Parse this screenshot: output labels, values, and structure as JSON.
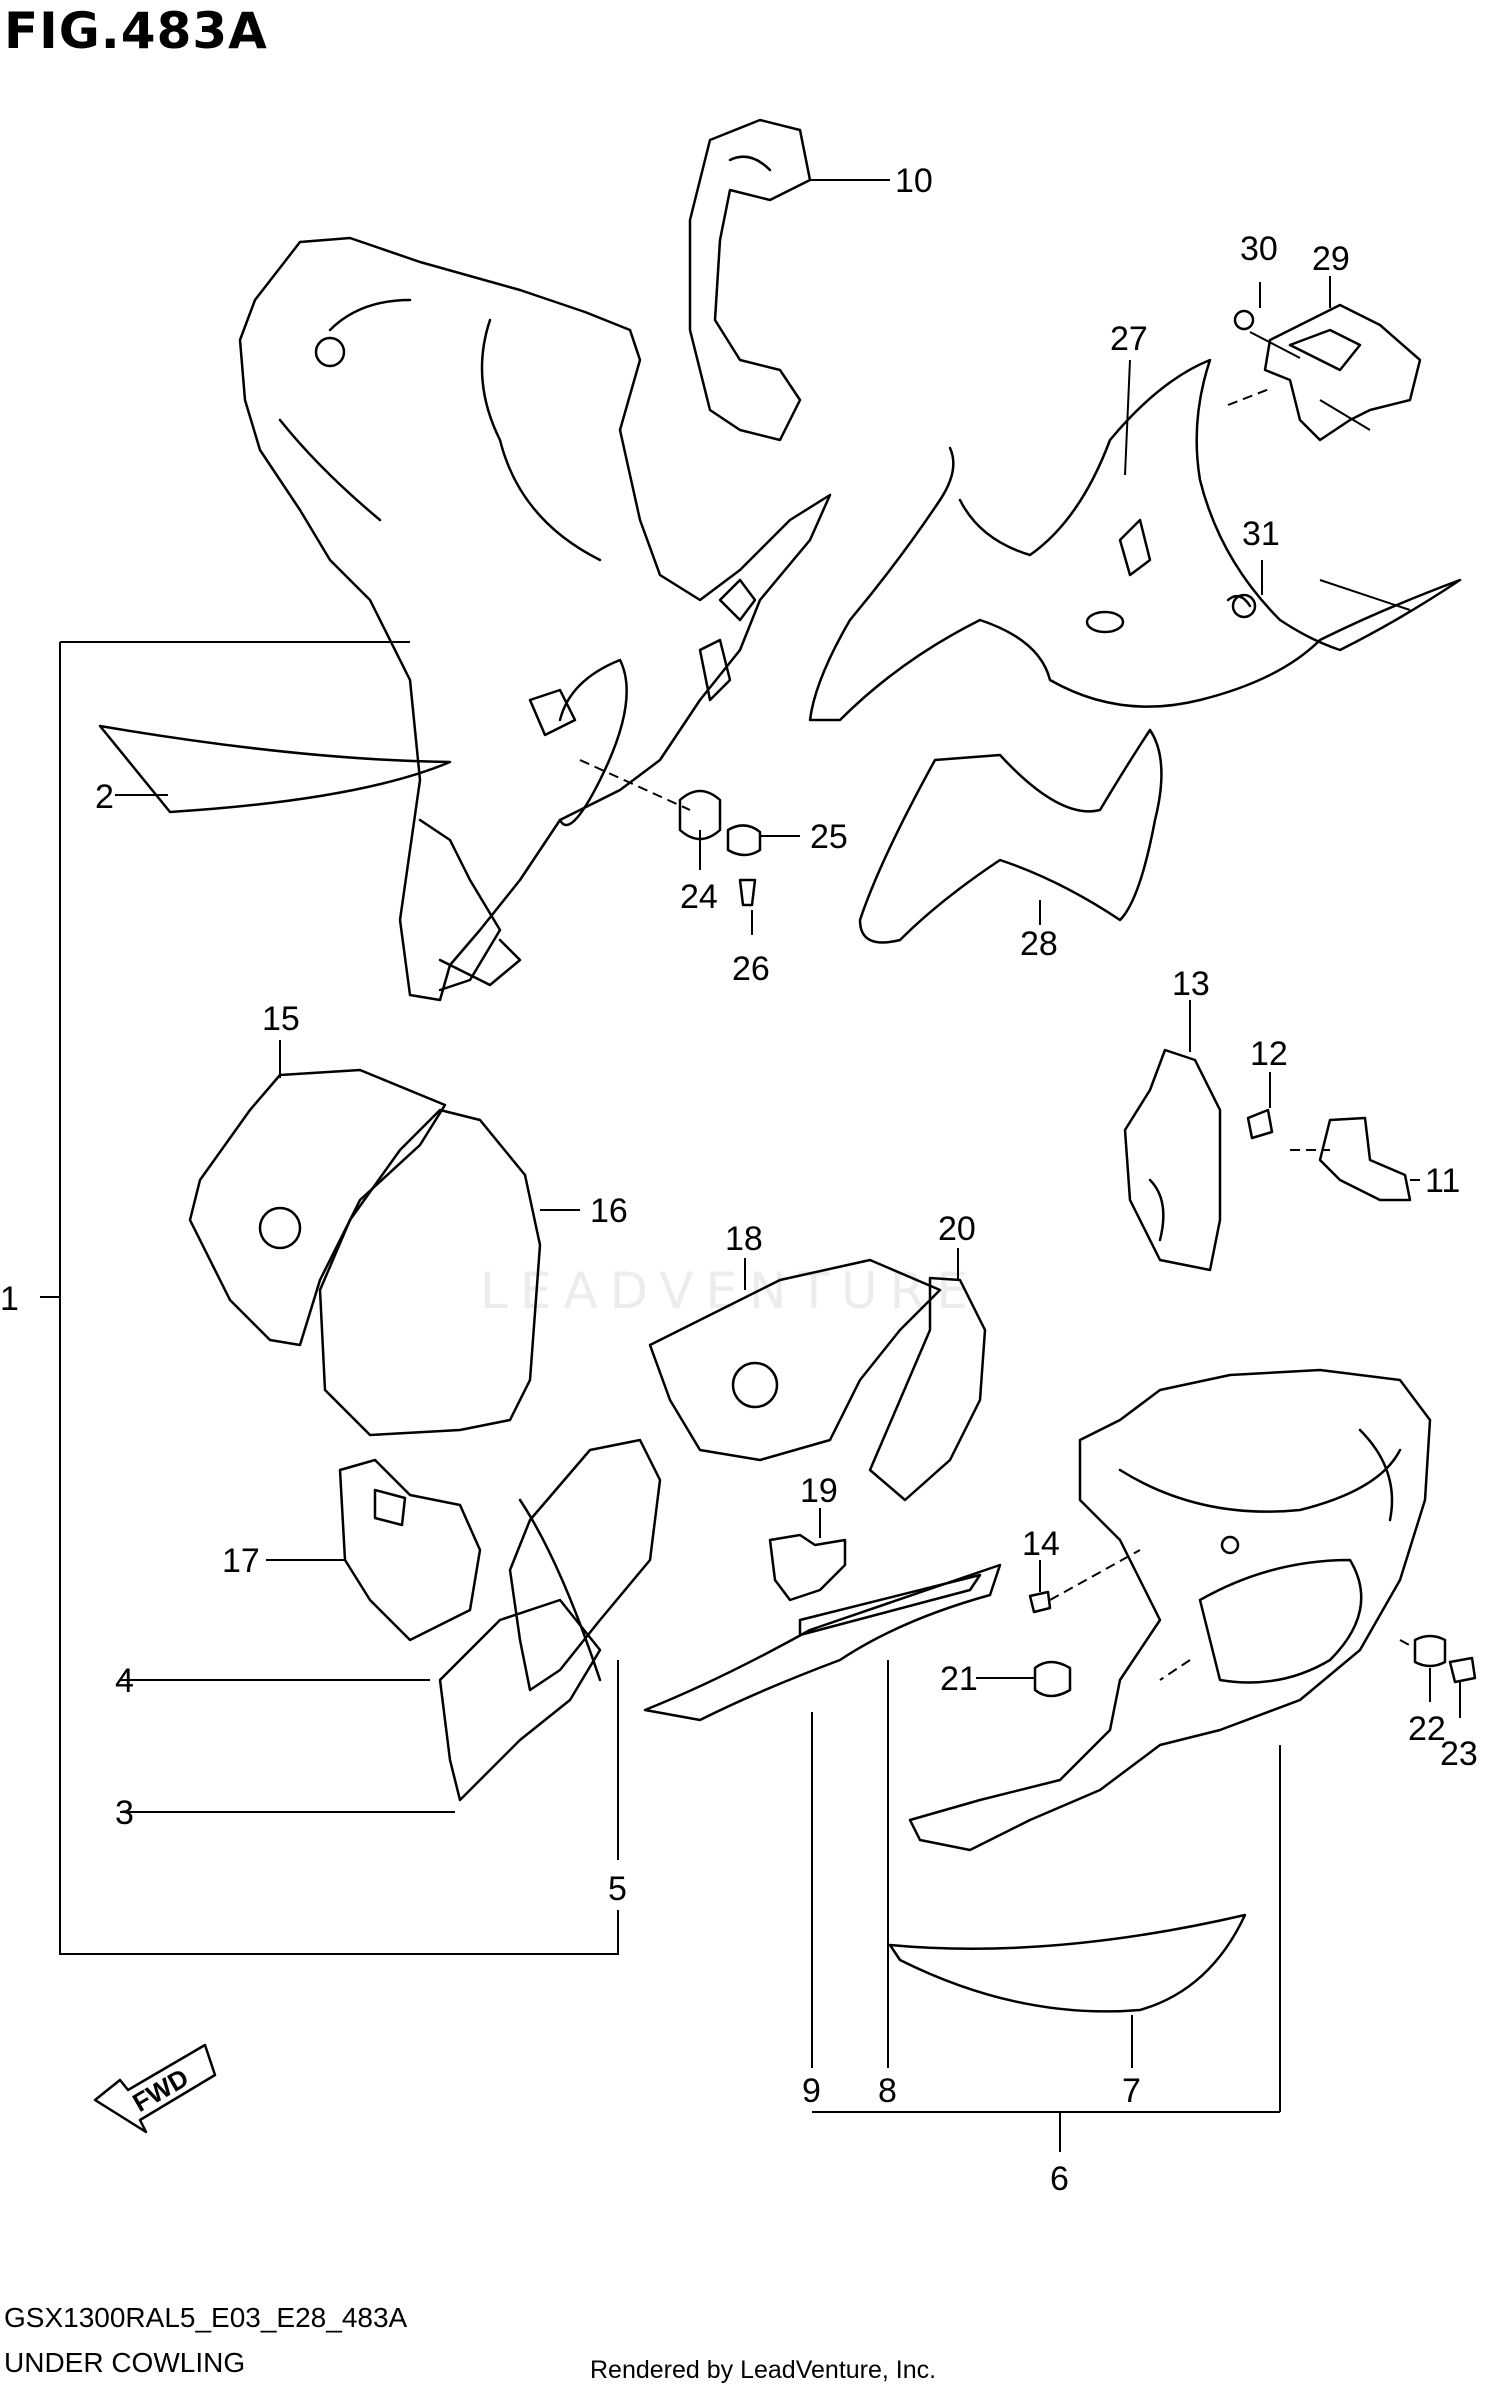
{
  "figure_title": "FIG.483A",
  "model_code": "GSX1300RAL5_E03_E28_483A",
  "section_name": "UNDER COWLING",
  "render_credit": "Rendered by LeadVenture, Inc.",
  "watermark": "LEADVENTURE",
  "fwd_label": "FWD",
  "callouts": [
    "1",
    "2",
    "3",
    "4",
    "5",
    "6",
    "7",
    "8",
    "9",
    "10",
    "11",
    "12",
    "13",
    "14",
    "15",
    "16",
    "17",
    "18",
    "19",
    "20",
    "21",
    "22",
    "23",
    "24",
    "25",
    "26",
    "27",
    "28",
    "29",
    "30",
    "31"
  ]
}
